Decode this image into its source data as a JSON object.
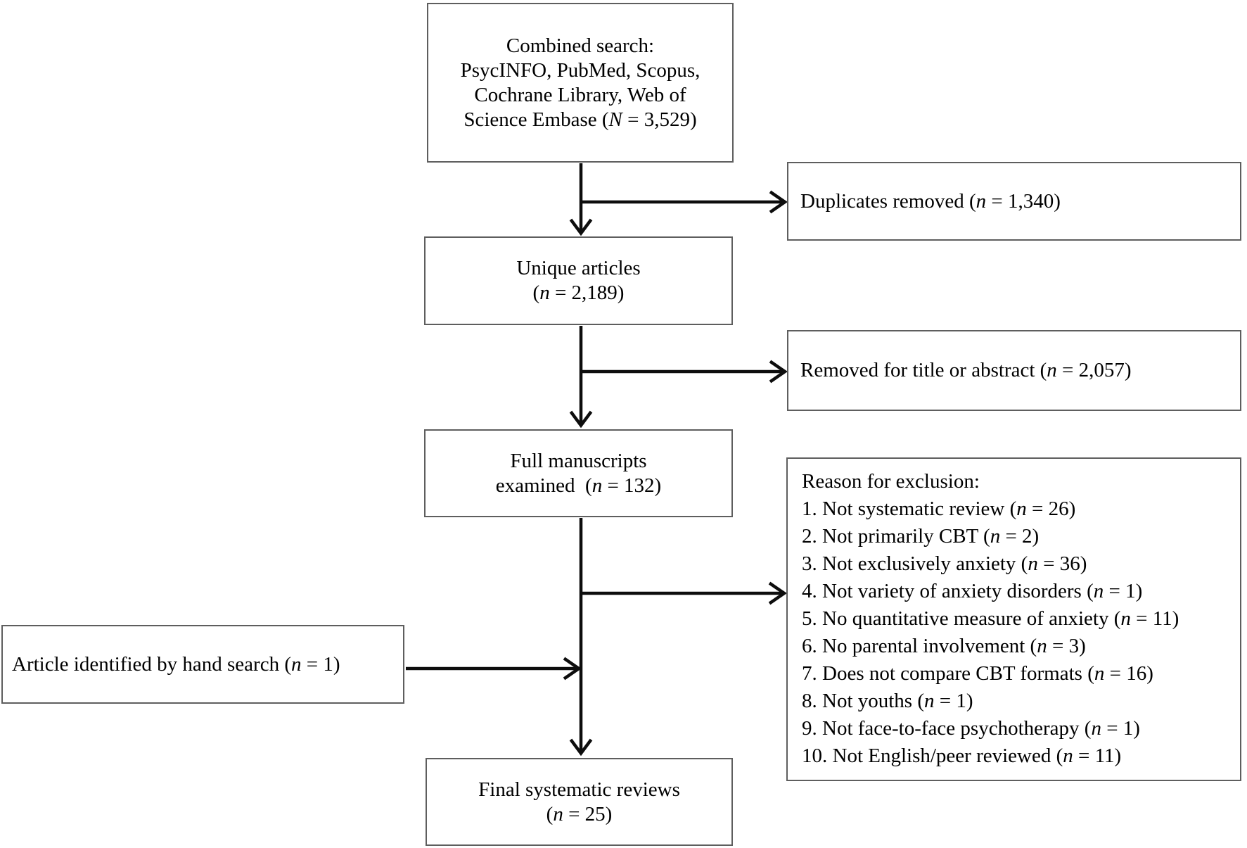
{
  "diagram": {
    "boxes": {
      "combined_search": {
        "lines": [
          "Combined search:",
          "PsycINFO, PubMed, Scopus,",
          "Cochrane Library, Web of",
          "Science Embase (N = 3,529)"
        ]
      },
      "duplicates_removed": {
        "text": "Duplicates removed (n = 1,340)"
      },
      "unique_articles": {
        "lines": [
          "Unique articles",
          "(n = 2,189)"
        ]
      },
      "removed_title_or_abstract": {
        "text": "Removed for title or abstract (n = 2,057)"
      },
      "full_manuscripts": {
        "lines": [
          "Full manuscripts",
          "examined  (n = 132)"
        ]
      },
      "exclusion_reasons": {
        "title": "Reason for exclusion:",
        "items": [
          "1. Not systematic review (n = 26)",
          "2. Not primarily CBT (n = 2)",
          "3. Not exclusively anxiety (n = 36)",
          "4. Not variety of anxiety disorders (n = 1)",
          "5. No quantitative measure of anxiety (n = 11)",
          "6. No parental involvement (n = 3)",
          "7. Does not compare CBT formats (n = 16)",
          "8. Not youths (n = 1)",
          "9. Not face-to-face psychotherapy (n = 1)",
          "10. Not English/peer reviewed (n = 11)"
        ]
      },
      "hand_search": {
        "text": "Article identified by hand search (n = 1)"
      },
      "final_reviews": {
        "lines": [
          "Final systematic reviews",
          "(n = 25)"
        ]
      }
    },
    "colors": {
      "background": "#ffffff",
      "box_border": "#5e5e5e",
      "arrow": "#0d0d0d",
      "text": "#000000"
    }
  }
}
